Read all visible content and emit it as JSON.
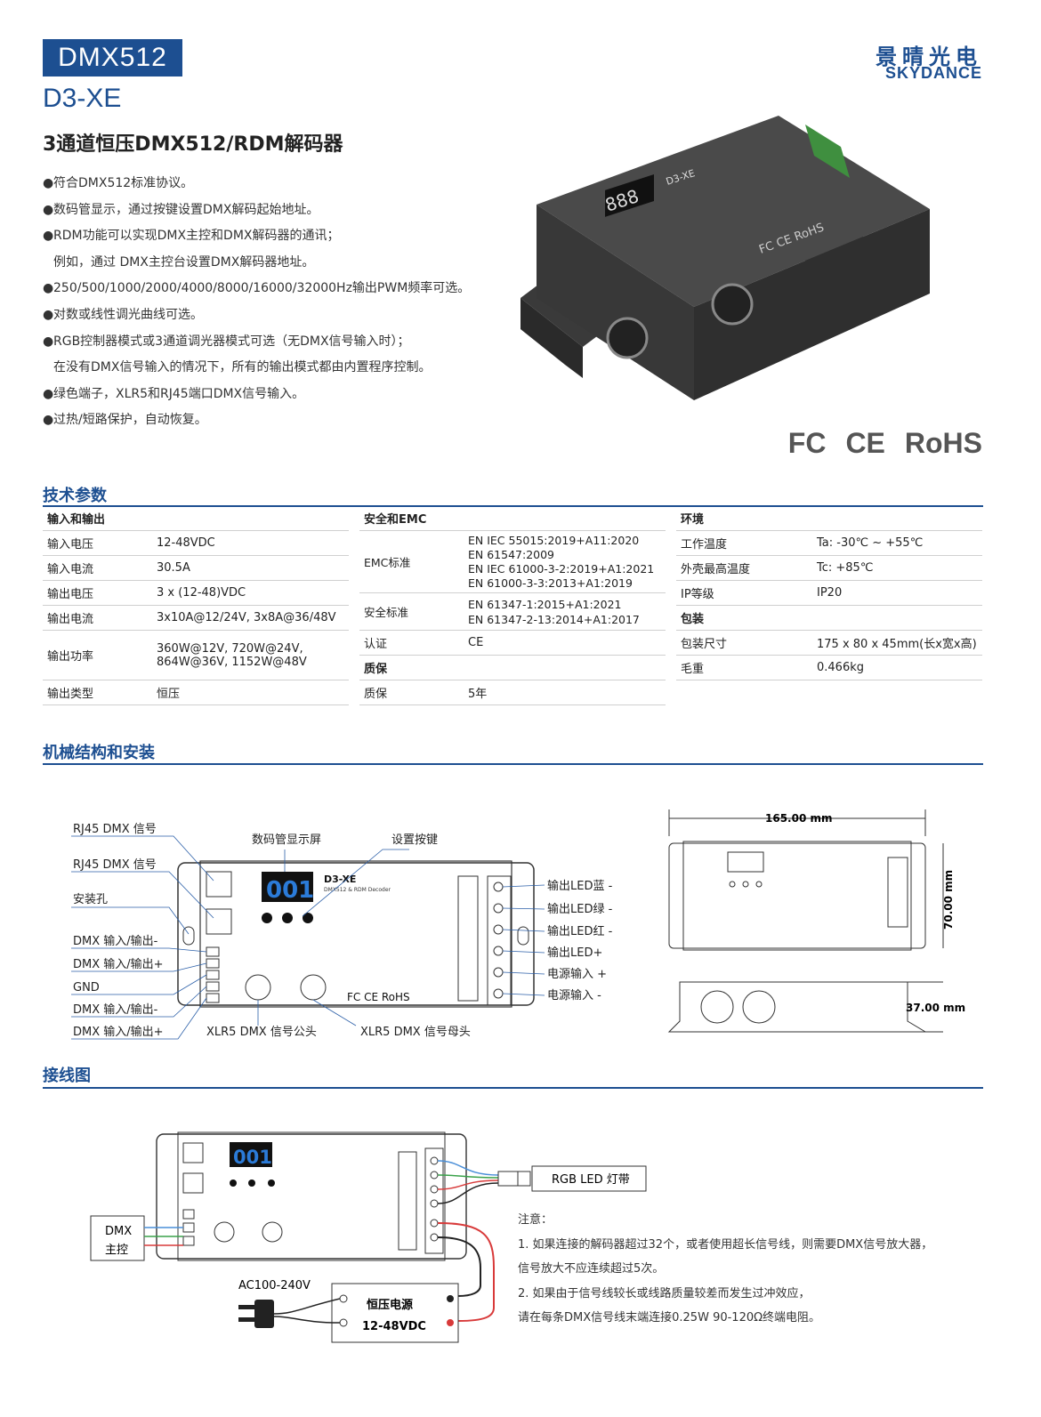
{
  "header": {
    "badge": "DMX512",
    "model": "D3-XE",
    "brand_cn": "景晴光电",
    "brand_en": "SKYDANCE",
    "title": "3通道恒压DMX512/RDM解码器"
  },
  "features": [
    "符合DMX512标准协议。",
    "数码管显示，通过按键设置DMX解码起始地址。",
    "RDM功能可以实现DMX主控和DMX解码器的通讯；",
    "例如，通过 DMX主控台设置DMX解码器地址。",
    "250/500/1000/2000/4000/8000/16000/32000Hz输出PWM频率可选。",
    "对数或线性调光曲线可选。",
    "RGB控制器模式或3通道调光器模式可选（无DMX信号输入时）；",
    "在没有DMX信号输入的情况下，所有的输出模式都由内置程序控制。",
    "绿色端子，XLR5和RJ45端口DMX信号输入。",
    "过热/短路保护，自动恢复。"
  ],
  "certs": [
    "FC",
    "CE",
    "RoHS"
  ],
  "sections": {
    "spec": "技术参数",
    "mech": "机械结构和安装",
    "wiring": "接线图"
  },
  "spec": {
    "io": {
      "title": "输入和输出",
      "rows": [
        {
          "k": "输入电压",
          "v": "12-48VDC"
        },
        {
          "k": "输入电流",
          "v": "30.5A"
        },
        {
          "k": "输出电压",
          "v": "3 x (12-48)VDC"
        },
        {
          "k": "输出电流",
          "v": "3x10A@12/24V, 3x8A@36/48V"
        },
        {
          "k": "输出功率",
          "v": "360W@12V,   720W@24V,",
          "v2": "864W@36V,  1152W@48V"
        },
        {
          "k": "输出类型",
          "v": "恒压"
        }
      ]
    },
    "safety": {
      "title": "安全和EMC",
      "emc_k": "EMC标准",
      "emc_v": [
        "EN IEC 55015:2019+A11:2020",
        "EN 61547:2009",
        "EN IEC 61000-3-2:2019+A1:2021",
        "EN 61000-3-3:2013+A1:2019"
      ],
      "safe_k": "安全标准",
      "safe_v": [
        "EN 61347-1:2015+A1:2021",
        "EN 61347-2-13:2014+A1:2017"
      ],
      "cert_k": "认证",
      "cert_v": "CE",
      "warranty_title": "质保",
      "warranty_k": "质保",
      "warranty_v": "5年"
    },
    "env": {
      "title": "环境",
      "rows": [
        {
          "k": "工作温度",
          "v": "Ta: -30℃ ~ +55℃"
        },
        {
          "k": "外壳最高温度",
          "v": "Tc: +85℃"
        },
        {
          "k": "IP等级",
          "v": "IP20"
        }
      ],
      "pack_title": "包装",
      "pack_rows": [
        {
          "k": "包装尺寸",
          "v": "175 x 80 x 45mm(长x宽x高)"
        },
        {
          "k": "毛重",
          "v": "0.466kg"
        }
      ]
    }
  },
  "mech": {
    "left_labels": [
      "RJ45 DMX 信号",
      "RJ45 DMX 信号",
      "安装孔",
      "DMX 输入/输出-",
      "DMX 输入/输出+",
      "GND",
      "DMX 输入/输出-",
      "DMX 输入/输出+"
    ],
    "top_labels": [
      "数码管显示屏",
      "设置按键"
    ],
    "bottom_labels": [
      "XLR5 DMX 信号公头",
      "XLR5 DMX 信号母头"
    ],
    "right_labels": [
      "输出LED蓝 -",
      "输出LED绿 -",
      "输出LED红 -",
      "输出LED+",
      "电源输入 +",
      "电源输入 -"
    ],
    "display": "001",
    "device_name": "D3-XE",
    "device_sub": "DMX512 & RDM Decoder",
    "dims": [
      "165.00 mm",
      "70.00 mm",
      "37.00 mm"
    ]
  },
  "wiring": {
    "dmx_box": [
      "DMX",
      "主控"
    ],
    "led_box": "RGB LED 灯带",
    "ac": "AC100-240V",
    "psu": [
      "恒压电源",
      "12-48VDC"
    ],
    "display": "001",
    "notes": [
      "注意：",
      "1. 如果连接的解码器超过32个，或者使用超长信号线，则需要DMX信号放大器，",
      "信号放大不应连续超过5次。",
      "2. 如果由于信号线较长或线路质量较差而发生过冲效应，",
      "请在每条DMX信号线末端连接0.25W 90-120Ω终端电阻。"
    ]
  }
}
